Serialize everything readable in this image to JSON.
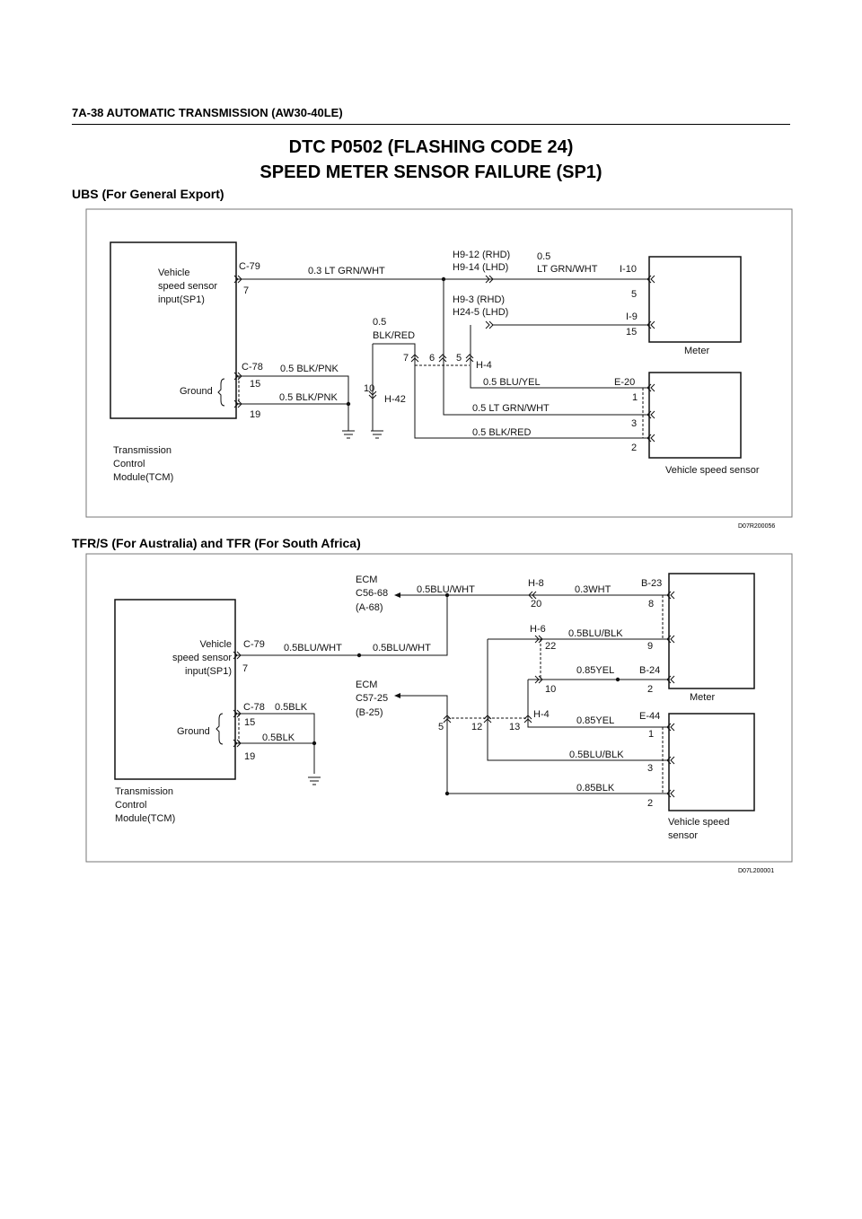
{
  "header": {
    "text": "7A-38  AUTOMATIC TRANSMISSION (AW30-40LE)"
  },
  "title": {
    "line1": "DTC P0502 (FLASHING CODE 24)",
    "line2": "SPEED METER SENSOR FAILURE (SP1)"
  },
  "ubs": {
    "heading": "UBS (For General Export)",
    "caption": "D07R200056",
    "labels": {
      "tcm_in1": "Vehicle",
      "tcm_in2": "speed sensor",
      "tcm_in3": "input(SP1)",
      "c79": "C-79",
      "c79_pin": "7",
      "w1": "0.3 LT GRN/WHT",
      "h9a": "H9-12 (RHD)",
      "h9b": "H9-14 (LHD)",
      "w2a": "0.5",
      "w2b": "LT GRN/WHT",
      "i10": "I-10",
      "i10_pin": "5",
      "h9c": "H9-3 (RHD)",
      "h24": "H24-5 (LHD)",
      "i9": "I-9",
      "i9_pin": "15",
      "meter": "Meter",
      "br_a": "0.5",
      "br_b": "BLK/RED",
      "h4_7": "7",
      "h4_6": "6",
      "h4_5": "5",
      "h4": "H-4",
      "c78": "C-78",
      "gnd1": "0.5 BLK/PNK",
      "p15": "15",
      "gnd2": "0.5 BLK/PNK",
      "p19": "19",
      "ground": "Ground",
      "h42_pin": "10",
      "h42": "H-42",
      "w_bluyel": "0.5  BLU/YEL",
      "e20": "E-20",
      "e20_1": "1",
      "w_ltgrn": "0.5  LT GRN/WHT",
      "e20_3": "3",
      "w_blkred": "0.5  BLK/RED",
      "e20_2": "2",
      "vss": "Vehicle speed sensor",
      "tcm1": "Transmission",
      "tcm2": "Control",
      "tcm3": "Module(TCM)"
    }
  },
  "tfr": {
    "heading": "TFR/S (For Australia) and TFR (For South Africa)",
    "caption": "D07L200001",
    "labels": {
      "ecm1a": "ECM",
      "ecm1b": "C56-68",
      "ecm1c": "(A-68)",
      "w_bw1": "0.5BLU/WHT",
      "h8": "H-8",
      "h8_pin": "20",
      "w_wht": "0.3WHT",
      "b23": "B-23",
      "b23_pin": "8",
      "tcm_in1": "Vehicle",
      "tcm_in2": "speed sensor",
      "tcm_in3": "input(SP1)",
      "c79": "C-79",
      "c79_pin": "7",
      "w_bw2": "0.5BLU/WHT",
      "w_bw3": "0.5BLU/WHT",
      "h6": "H-6",
      "h6_pin": "22",
      "w_bb1": "0.5BLU/BLK",
      "b23_9": "9",
      "h6_10": "10",
      "w_y1": "0.85YEL",
      "b24": "B-24",
      "b24_pin": "2",
      "meter": "Meter",
      "ecm2a": "ECM",
      "ecm2b": "C57-25",
      "ecm2c": "(B-25)",
      "h4_5": "5",
      "h4_12": "12",
      "h4_13": "13",
      "h4": "H-4",
      "w_y2": "0.85YEL",
      "e44": "E-44",
      "e44_1": "1",
      "w_bb2": "0.5BLU/BLK",
      "e44_3": "3",
      "w_blk": "0.85BLK",
      "e44_2": "2",
      "vss1": "Vehicle speed",
      "vss2": "sensor",
      "c78": "C-78",
      "gnd1": "0.5BLK",
      "p15": "15",
      "gnd2": "0.5BLK",
      "p19": "19",
      "ground": "Ground",
      "tcm1": "Transmission",
      "tcm2": "Control",
      "tcm3": "Module(TCM)"
    }
  }
}
